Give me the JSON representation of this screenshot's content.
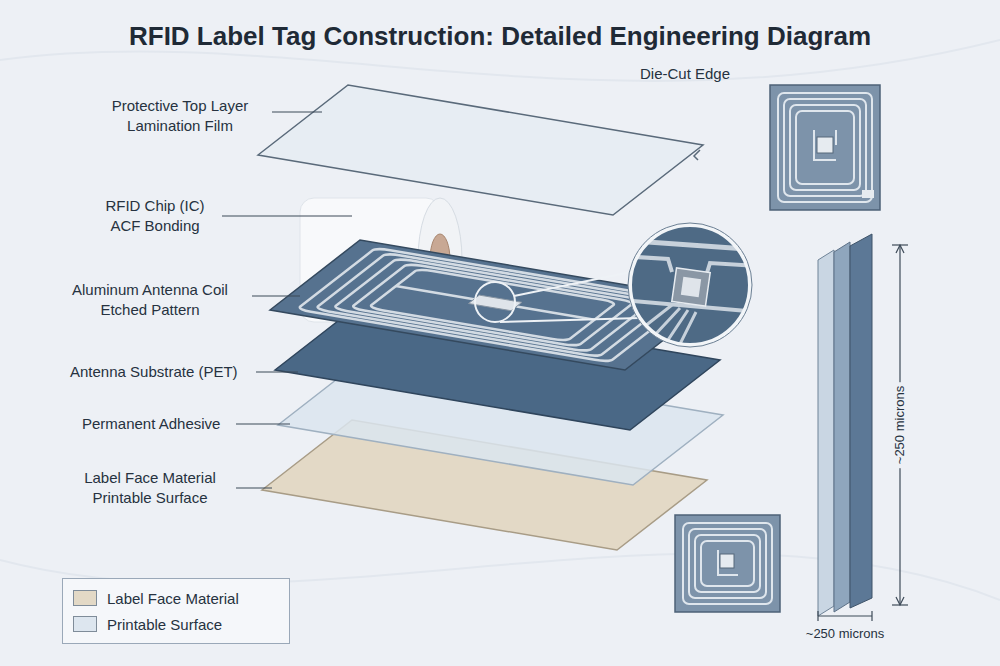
{
  "diagram": {
    "title": "RFID Label Tag Construction: Detailed Engineering Diagram",
    "labels": [
      "Protective Top Layer Lamination Film",
      "RFID Chip (IC) ACF Bonding",
      "Aluminum Antenna Coil Etched Pattern",
      "Antenna Substrate (PET)",
      "Permanent Adhesive",
      "Label Face Material Printable Surface",
      "Die-Cut Edge",
      "~250 microns",
      "~250 microns"
    ],
    "legend": [
      {
        "text": "Label Face Material",
        "color": "#e3d9c6"
      },
      {
        "text": "Printable Surface",
        "color": "#dde6ef"
      }
    ]
  }
}
